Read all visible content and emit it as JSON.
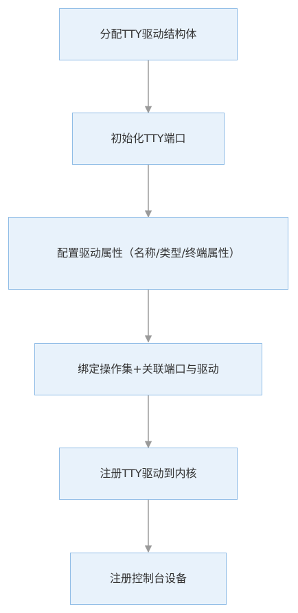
{
  "flowchart": {
    "steps": [
      "分配TTY驱动结构体",
      "初始化TTY端口",
      "配置驱动属性（名称/类型/终端属性）",
      "绑定操作集+关联端口与驱动",
      "注册TTY驱动到内核",
      "注册控制台设备"
    ]
  },
  "colors": {
    "node_fill": "#e8f2fb",
    "node_border": "#8fbce6",
    "arrow": "#999999",
    "text": "#333333"
  }
}
